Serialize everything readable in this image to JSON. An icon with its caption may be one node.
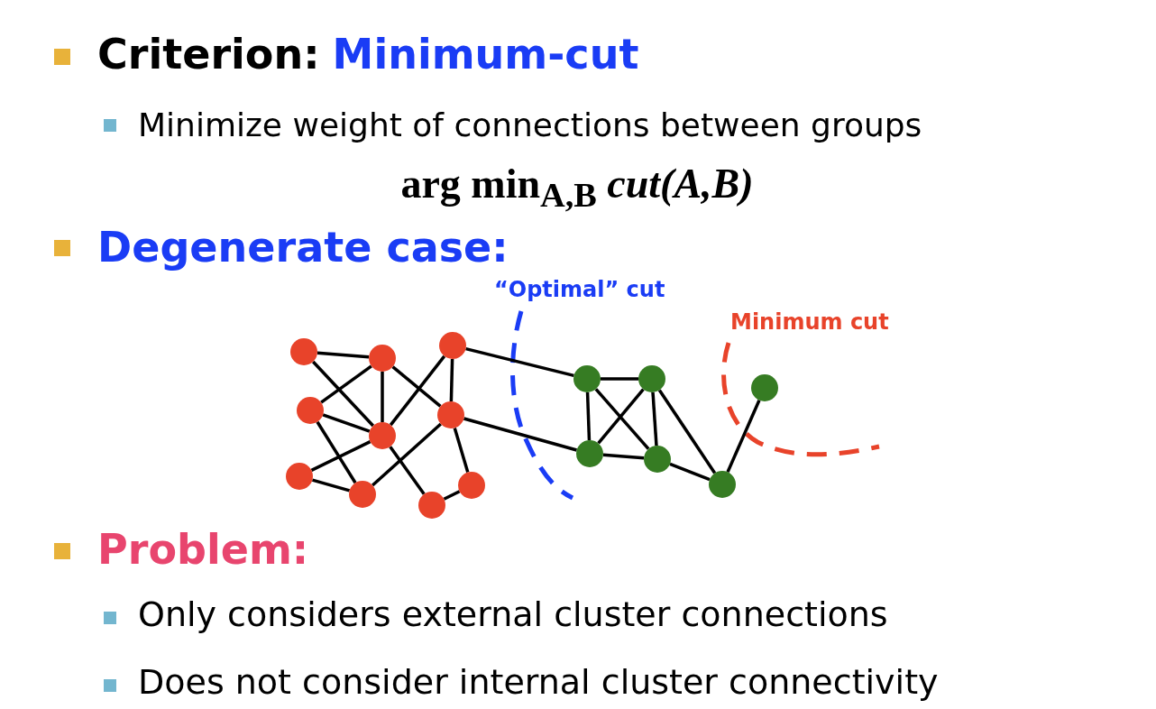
{
  "diagram": {
    "nodes": [
      {
        "text": [],
        "shape": "circle"
      },
      {
        "text": [],
        "shape": "circle"
      },
      {
        "text": [],
        "shape": "circle"
      },
      {
        "text": [],
        "shape": "circle"
      },
      {
        "text": [],
        "shape": "circle"
      },
      {
        "text": [],
        "shape": "circle"
      },
      {
        "text": [],
        "shape": "circle"
      },
      {
        "text": [],
        "shape": "circle"
      },
      {
        "text": [],
        "shape": "circle"
      },
      {
        "text": [],
        "shape": "circle"
      },
      {
        "text": [],
        "shape": "circle"
      },
      {
        "text": [],
        "shape": "circle"
      },
      {
        "text": [],
        "shape": "circle"
      },
      {
        "text": [],
        "shape": "circle"
      },
      {
        "text": [],
        "shape": "circle"
      },
      {
        "text": [],
        "shape": "circle"
      }
    ],
    "edges": [
      {
        "from": 0,
        "to": 1,
        "arrow": "none"
      },
      {
        "from": 0,
        "to": 4,
        "arrow": "none"
      },
      {
        "from": 1,
        "to": 3,
        "arrow": "none"
      },
      {
        "from": 1,
        "to": 4,
        "arrow": "none"
      },
      {
        "from": 1,
        "to": 5,
        "arrow": "none"
      },
      {
        "from": 2,
        "to": 4,
        "arrow": "none"
      },
      {
        "from": 2,
        "to": 5,
        "arrow": "none"
      },
      {
        "from": 2,
        "to": 10,
        "arrow": "none"
      },
      {
        "from": 3,
        "to": 4,
        "arrow": "none"
      },
      {
        "from": 3,
        "to": 7,
        "arrow": "none"
      },
      {
        "from": 4,
        "to": 6,
        "arrow": "none"
      },
      {
        "from": 4,
        "to": 8,
        "arrow": "none"
      },
      {
        "from": 5,
        "to": 7,
        "arrow": "none"
      },
      {
        "from": 5,
        "to": 9,
        "arrow": "none"
      },
      {
        "from": 5,
        "to": 12,
        "arrow": "none"
      },
      {
        "from": 6,
        "to": 7,
        "arrow": "none"
      },
      {
        "from": 8,
        "to": 9,
        "arrow": "none"
      },
      {
        "from": 10,
        "to": 11,
        "arrow": "none"
      },
      {
        "from": 10,
        "to": 12,
        "arrow": "none"
      },
      {
        "from": 10,
        "to": 13,
        "arrow": "none"
      },
      {
        "from": 11,
        "to": 12,
        "arrow": "none"
      },
      {
        "from": 11,
        "to": 13,
        "arrow": "none"
      },
      {
        "from": 11,
        "to": 14,
        "arrow": "none"
      },
      {
        "from": 12,
        "to": 13,
        "arrow": "none"
      },
      {
        "from": 13,
        "to": 14,
        "arrow": "none"
      },
      {
        "from": 14,
        "to": 15,
        "arrow": "none"
      }
    ],
    "labels": [
      "Criterion:",
      "Minimum-cut",
      "Minimize weight of connections between groups",
      "arg min$_{A,B}$ *cut(A,B)*",
      "Degenerate case:",
      "“Optimal” cut",
      "Minimum cut",
      "Problem:",
      "Only considers external cluster connections",
      "Does not consider internal cluster connectivity"
    ]
  }
}
